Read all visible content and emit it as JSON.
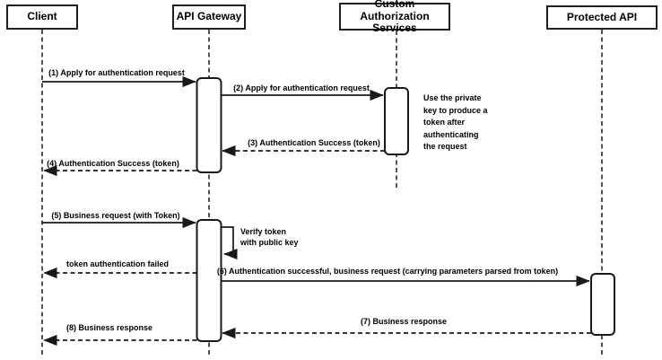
{
  "diagram": {
    "type": "sequence-diagram",
    "subject": "API Gateway token authentication flow"
  },
  "actors": [
    {
      "id": "client",
      "label": "Client"
    },
    {
      "id": "api-gateway",
      "label": "API Gateway"
    },
    {
      "id": "custom-authorization-services",
      "label": "Custom Authorization Services"
    },
    {
      "id": "protected-api",
      "label": "Protected API"
    }
  ],
  "messages": [
    {
      "seq": "(1)",
      "label": "(1) Apply for authentication request",
      "from": "Client",
      "to": "API Gateway",
      "line": "solid"
    },
    {
      "seq": "(2)",
      "label": "(2) Apply for authentication request",
      "from": "API Gateway",
      "to": "Custom Authorization Services",
      "line": "solid"
    },
    {
      "seq": "(3)",
      "label": "(3) Authentication Success (token)",
      "from": "Custom Authorization Services",
      "to": "API Gateway",
      "line": "dashed"
    },
    {
      "seq": "(4)",
      "label": "(4) Authentication Success (token)",
      "from": "API Gateway",
      "to": "Client",
      "line": "dashed"
    },
    {
      "seq": "(5)",
      "label": "(5) Business request (with Token)",
      "from": "Client",
      "to": "API Gateway",
      "line": "solid"
    },
    {
      "seq": "self",
      "label": "Verify token\nwith public key",
      "from": "API Gateway",
      "to": "API Gateway",
      "line": "solid"
    },
    {
      "seq": "",
      "label": "token authentication failed",
      "from": "API Gateway",
      "to": "Client",
      "line": "dashed"
    },
    {
      "seq": "(6)",
      "label": "(6) Authentication successful, business request (carrying parameters parsed from token)",
      "from": "API Gateway",
      "to": "Protected API",
      "line": "solid"
    },
    {
      "seq": "(7)",
      "label": "(7) Business response",
      "from": "Protected API",
      "to": "API Gateway",
      "line": "dashed"
    },
    {
      "seq": "(8)",
      "label": "(8) Business response",
      "from": "API Gateway",
      "to": "Client",
      "line": "dashed"
    }
  ],
  "note": {
    "text": "Use the private\nkey to produce a\ntoken after\nauthenticating\nthe request"
  },
  "colors": {
    "stroke": "#191919",
    "background": "#ffffff",
    "text": "#000000"
  }
}
